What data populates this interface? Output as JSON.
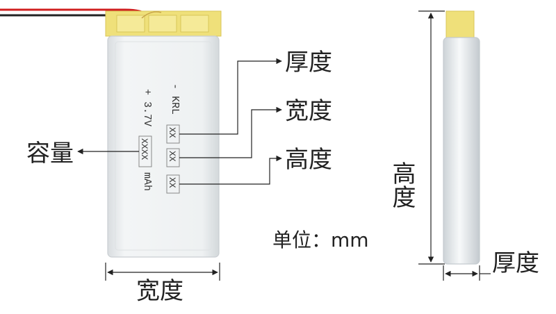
{
  "front_view": {
    "label_line1": "- KRL",
    "code_boxes": [
      "XX",
      "XX",
      "XX"
    ],
    "voltage": "+ 3.7V",
    "capacity_box": "XXXX",
    "capacity_unit": "mAh"
  },
  "callouts": {
    "thickness": "厚度",
    "width": "宽度",
    "height": "高度",
    "capacity": "容量"
  },
  "dimensions": {
    "front_width": "宽度",
    "side_height": "高度",
    "side_thickness": "厚度"
  },
  "unit_note": "单位：mm",
  "colors": {
    "body": "#e9ecee",
    "body_edge": "#c9ced2",
    "tab": "#efe07a",
    "wire_red": "#d01f1f",
    "wire_black": "#222222",
    "line": "#222222"
  }
}
